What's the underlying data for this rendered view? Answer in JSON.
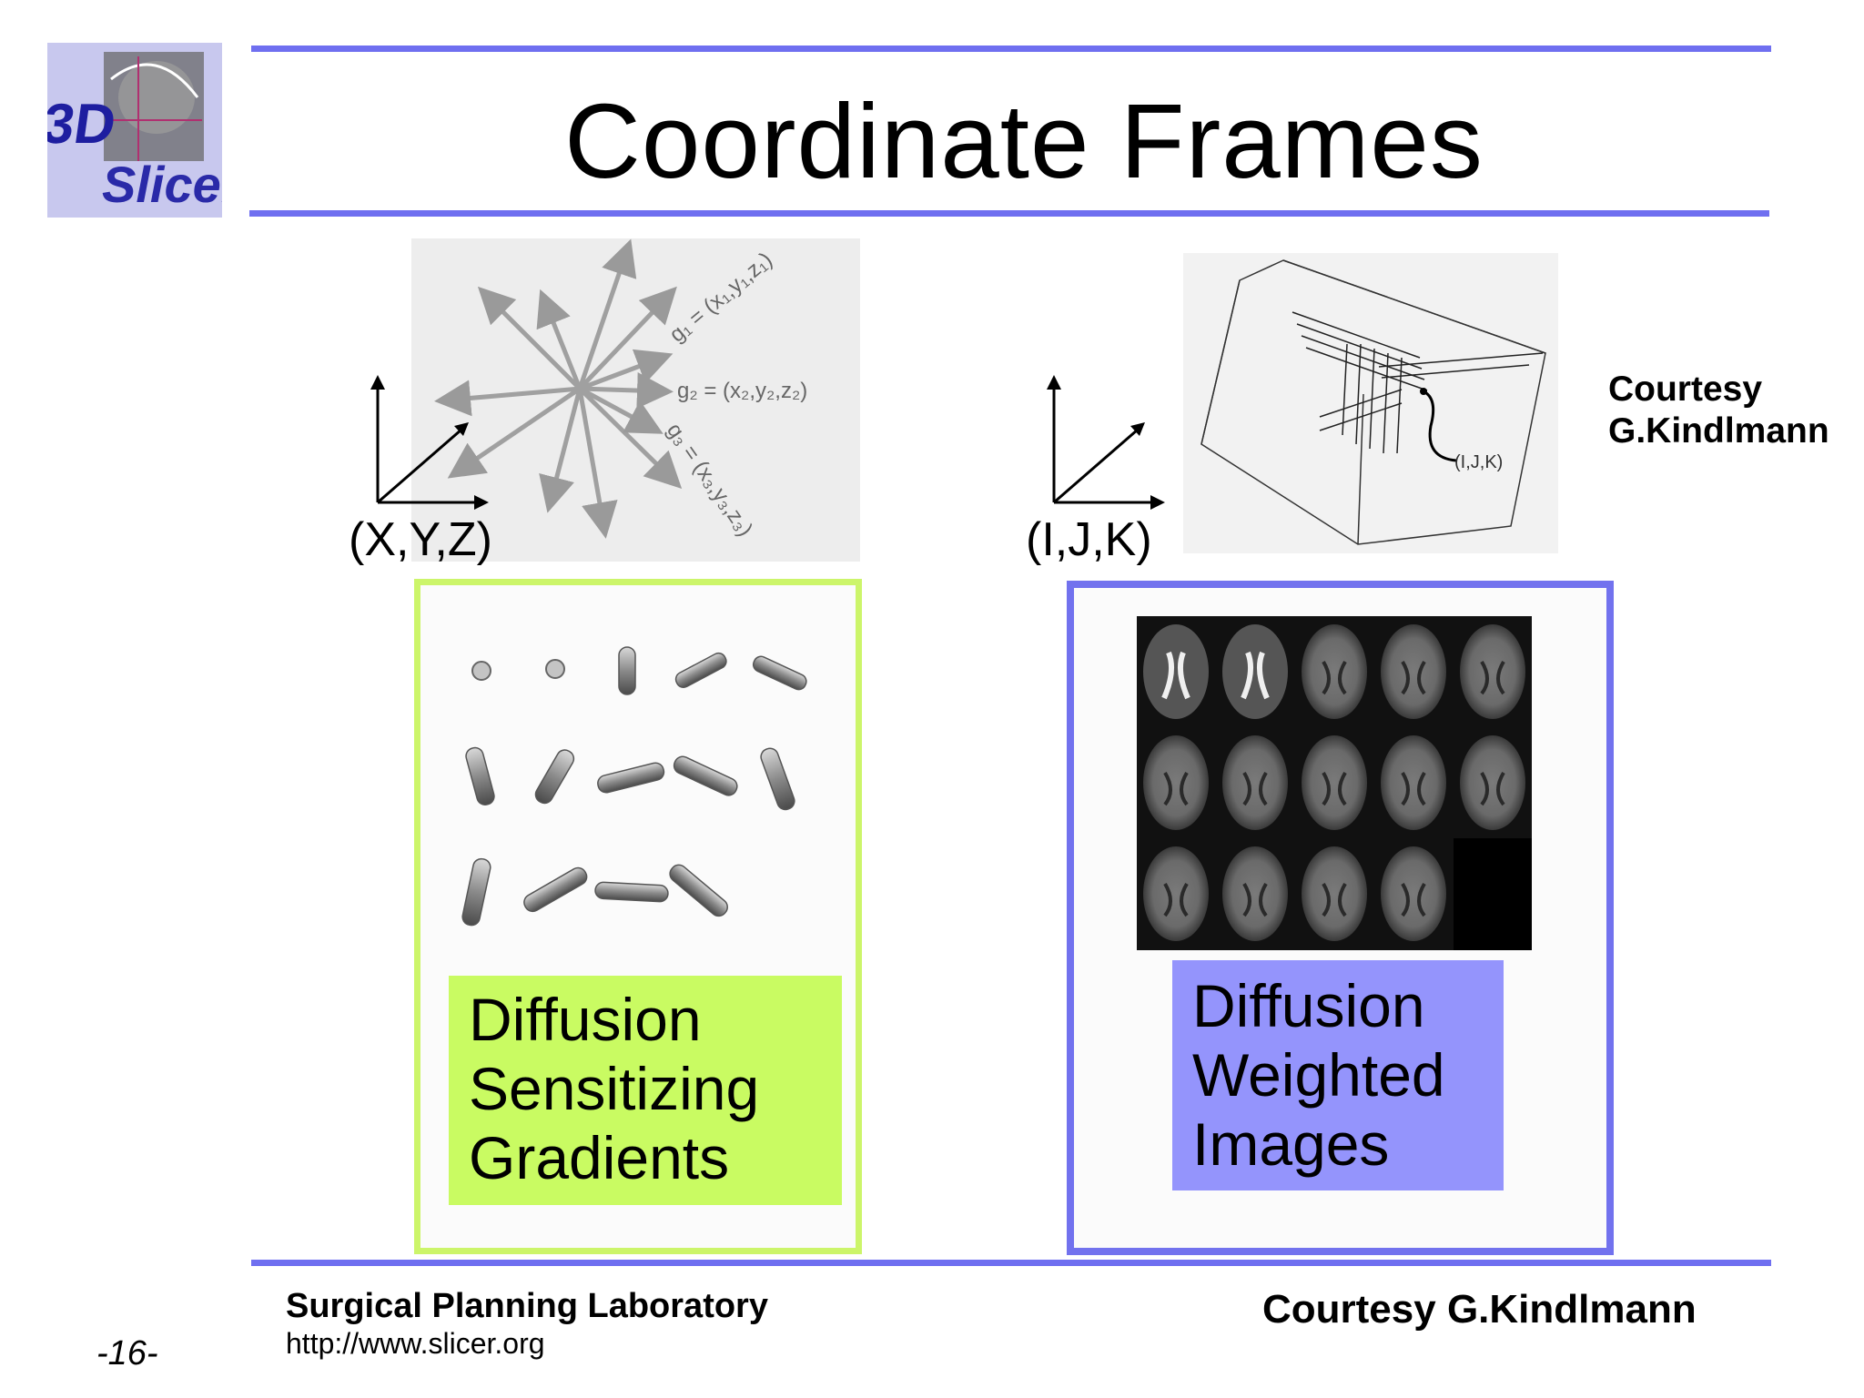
{
  "logo": {
    "line1": "3D",
    "line2": "Slicer"
  },
  "slide": {
    "title": "Coordinate Frames"
  },
  "gradient_figure": {
    "labels": {
      "g1": "g₁ = (x₁,y₁,z₁)",
      "g2": "g₂ = (x₂,y₂,z₂)",
      "g3": "g₃ = (x₃,y₃,z₃)"
    }
  },
  "volume_figure": {
    "label": "(I,J,K)"
  },
  "frames": {
    "left_label": "(X,Y,Z)",
    "right_label": "(I,J,K)"
  },
  "courtesy_side": {
    "line1": "Courtesy",
    "line2": "G.Kindlmann"
  },
  "green_box": {
    "line1": "Diffusion",
    "line2": "Sensitizing",
    "line3": "Gradients"
  },
  "blue_box": {
    "line1": "Diffusion",
    "line2": "Weighted",
    "line3": "Images"
  },
  "footer": {
    "lab": "Surgical Planning Laboratory",
    "url": "http://www.slicer.org",
    "page": "-16-",
    "courtesy": "Courtesy G.Kindlmann"
  },
  "colors": {
    "rule": "#6f6ff0",
    "green": "#c9fb62",
    "blue_box": "#9494fc",
    "blue_border": "#7272ee"
  }
}
